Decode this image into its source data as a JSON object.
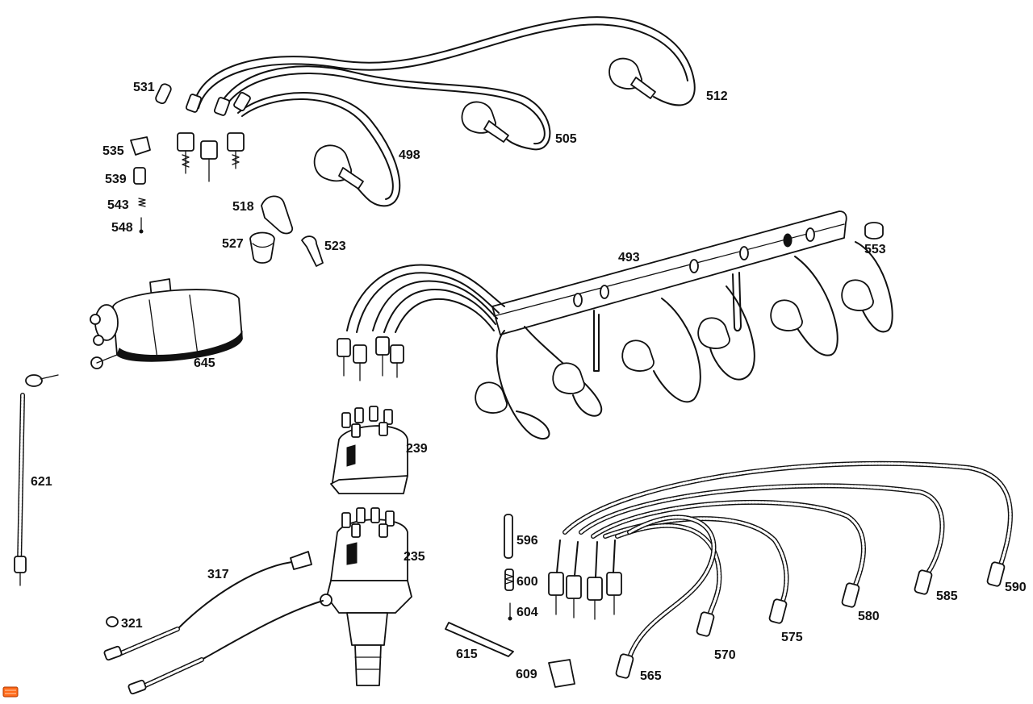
{
  "diagram": {
    "part_numbers": {
      "p531": "531",
      "p535": "535",
      "p539": "539",
      "p543": "543",
      "p548": "548",
      "p498": "498",
      "p505": "505",
      "p512": "512",
      "p518": "518",
      "p527": "527",
      "p523": "523",
      "p493": "493",
      "p553": "553",
      "p645": "645",
      "p621": "621",
      "p239": "239",
      "p235": "235",
      "p317": "317",
      "p321": "321",
      "p596": "596",
      "p600": "600",
      "p604": "604",
      "p615": "615",
      "p609": "609",
      "p565": "565",
      "p570": "570",
      "p575": "575",
      "p580": "580",
      "p585": "585",
      "p590": "590"
    },
    "colors": {
      "ink": "#111111",
      "paper": "#ffffff",
      "corner_badge": "#ff6a1a"
    }
  }
}
